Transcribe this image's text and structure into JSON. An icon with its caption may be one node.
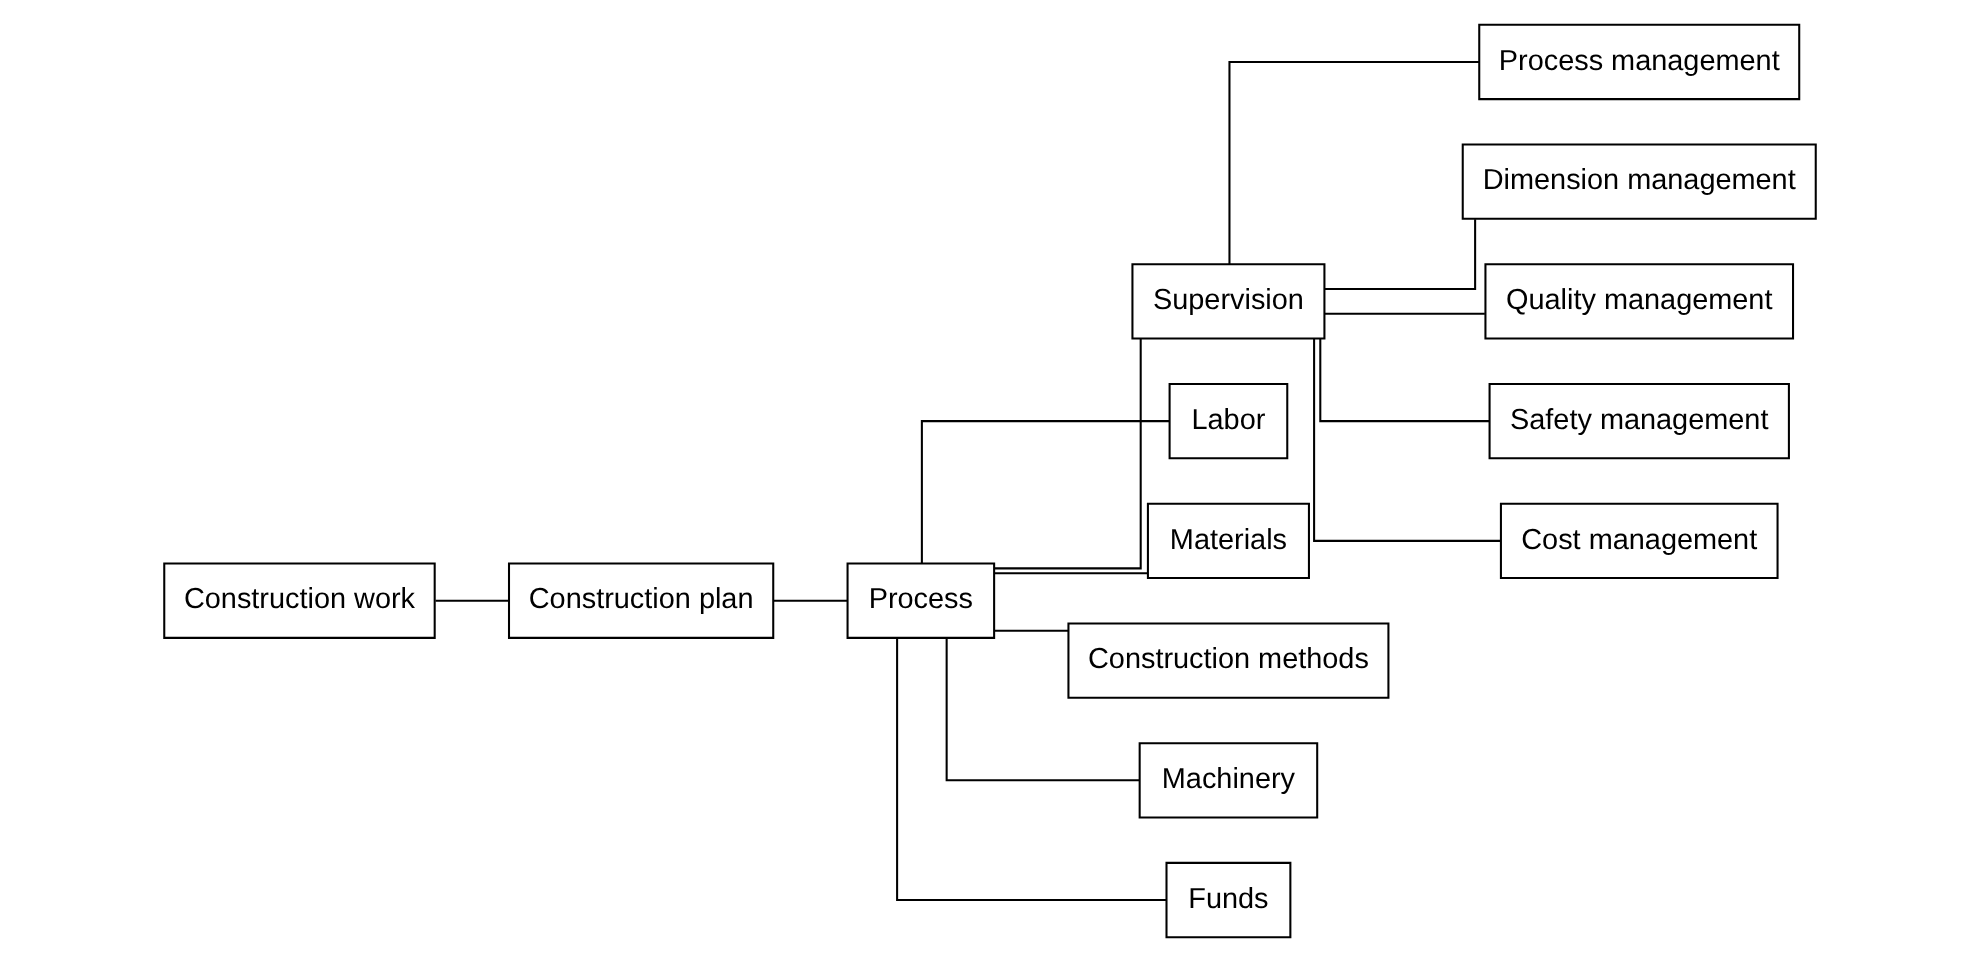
{
  "diagram": {
    "nodes": [
      {
        "text": [
          "Construction work"
        ]
      },
      {
        "text": [
          "Construction plan"
        ]
      },
      {
        "text": [
          "Process"
        ]
      },
      {
        "text": [
          "Supervision"
        ]
      },
      {
        "text": [
          "Labor"
        ]
      },
      {
        "text": [
          "Materials"
        ]
      },
      {
        "text": [
          "Construction methods"
        ]
      },
      {
        "text": [
          "Machinery"
        ]
      },
      {
        "text": [
          "Funds"
        ]
      },
      {
        "text": [
          "Process management"
        ]
      },
      {
        "text": [
          "Dimension management"
        ]
      },
      {
        "text": [
          "Quality management"
        ]
      },
      {
        "text": [
          "Safety management"
        ]
      },
      {
        "text": [
          "Cost management"
        ]
      }
    ],
    "edges": [
      {
        "from": 0,
        "to": 1,
        "arrow": "none"
      },
      {
        "from": 1,
        "to": 2,
        "arrow": "none"
      },
      {
        "from": 2,
        "to": 3,
        "arrow": "none"
      },
      {
        "from": 2,
        "to": 4,
        "arrow": "none"
      },
      {
        "from": 2,
        "to": 5,
        "arrow": "none"
      },
      {
        "from": 2,
        "to": 6,
        "arrow": "none"
      },
      {
        "from": 2,
        "to": 7,
        "arrow": "none"
      },
      {
        "from": 2,
        "to": 8,
        "arrow": "none"
      },
      {
        "from": 3,
        "to": 9,
        "arrow": "none"
      },
      {
        "from": 3,
        "to": 10,
        "arrow": "none"
      },
      {
        "from": 3,
        "to": 11,
        "arrow": "none"
      },
      {
        "from": 3,
        "to": 12,
        "arrow": "none"
      },
      {
        "from": 3,
        "to": 13,
        "arrow": "none"
      }
    ]
  }
}
